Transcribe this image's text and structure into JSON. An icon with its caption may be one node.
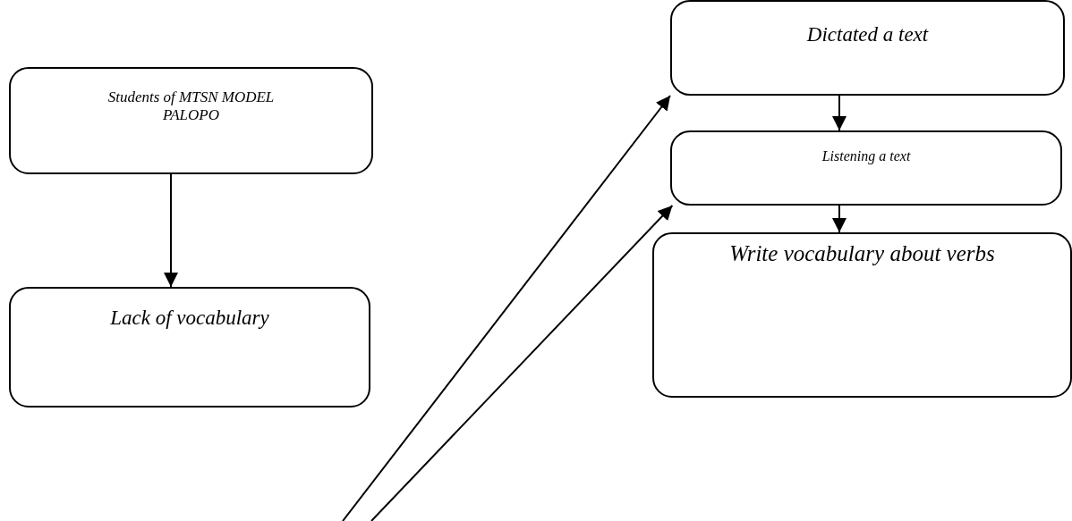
{
  "diagram": {
    "nodes": [
      {
        "text": [
          "Students of MTSN MODEL PALOPO"
        ]
      },
      {
        "text": [
          "Lack of vocabulary"
        ]
      },
      {
        "text": [
          "Dictated a text"
        ]
      },
      {
        "text": [
          "Listening a text"
        ]
      },
      {
        "text": [
          "Write vocabulary about verbs"
        ]
      }
    ],
    "edges": [
      {
        "from": 0,
        "to": 1,
        "arrow": "to"
      },
      {
        "from": null,
        "to": 2,
        "arrow": "to"
      },
      {
        "from": null,
        "to": 3,
        "arrow": "to"
      },
      {
        "from": 2,
        "to": 3,
        "arrow": "to"
      },
      {
        "from": 3,
        "to": 4,
        "arrow": "to"
      }
    ]
  }
}
